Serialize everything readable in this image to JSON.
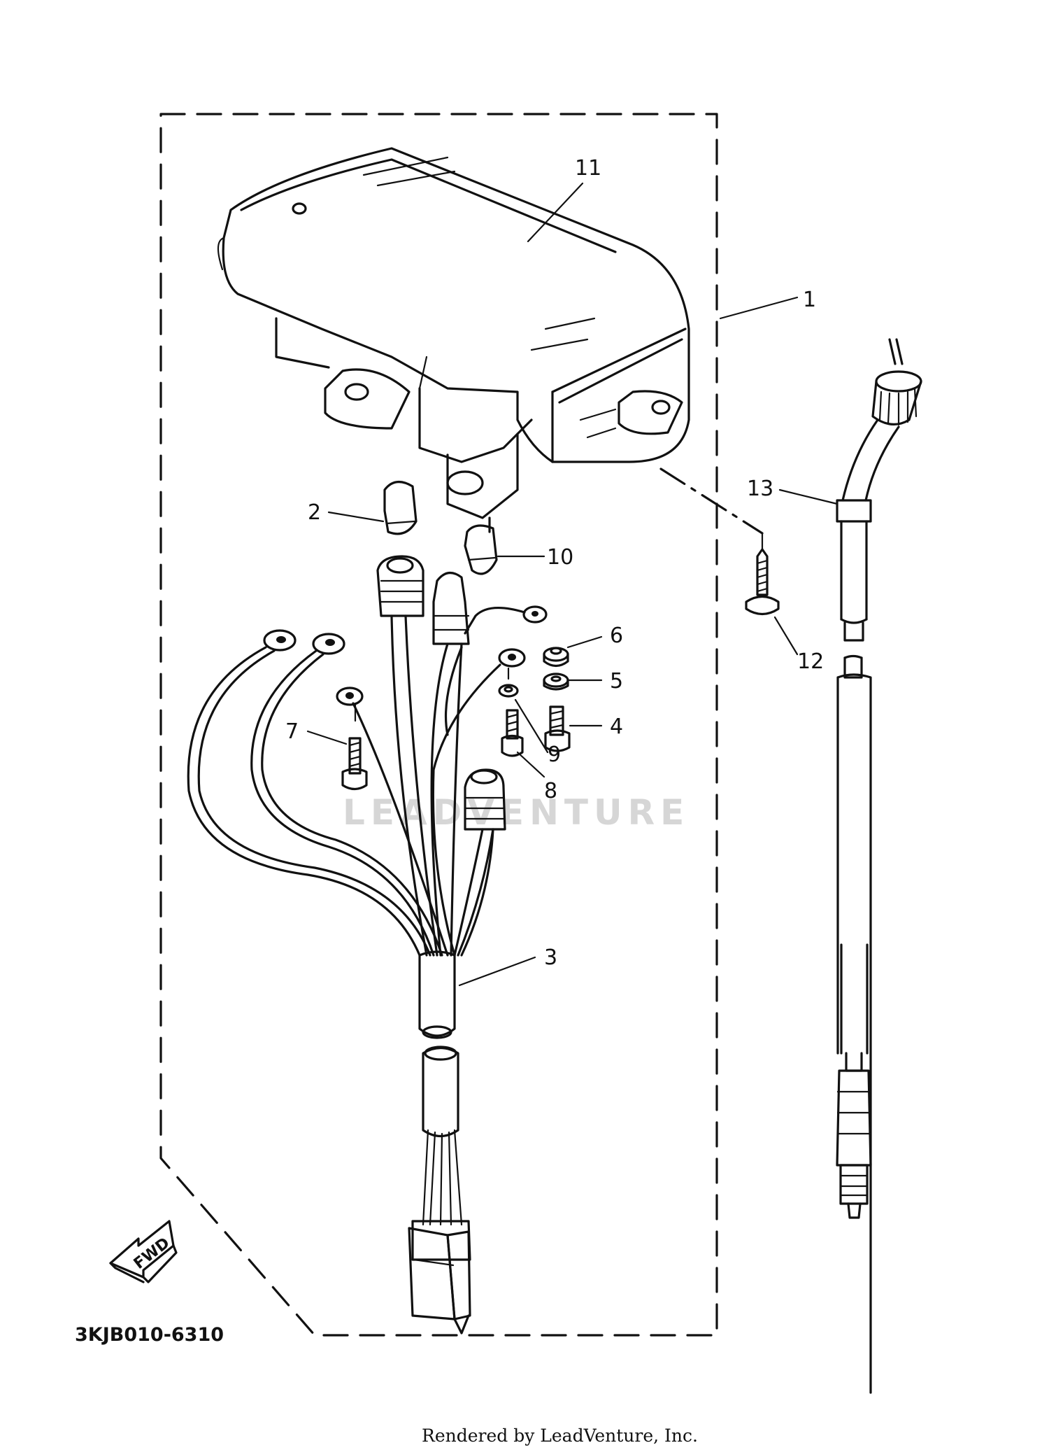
{
  "diagram": {
    "callouts": [
      {
        "id": "1",
        "label": "1"
      },
      {
        "id": "2",
        "label": "2"
      },
      {
        "id": "3",
        "label": "3"
      },
      {
        "id": "4",
        "label": "4"
      },
      {
        "id": "5",
        "label": "5"
      },
      {
        "id": "6",
        "label": "6"
      },
      {
        "id": "7",
        "label": "7"
      },
      {
        "id": "8",
        "label": "8"
      },
      {
        "id": "9",
        "label": "9"
      },
      {
        "id": "10",
        "label": "10"
      },
      {
        "id": "11",
        "label": "11"
      },
      {
        "id": "12",
        "label": "12"
      },
      {
        "id": "13",
        "label": "13"
      }
    ],
    "direction_badge": "FWD",
    "diagram_code": "3KJB010-6310",
    "watermark": "LEADVENTURE",
    "footer": "Rendered by LeadVenture, Inc."
  }
}
